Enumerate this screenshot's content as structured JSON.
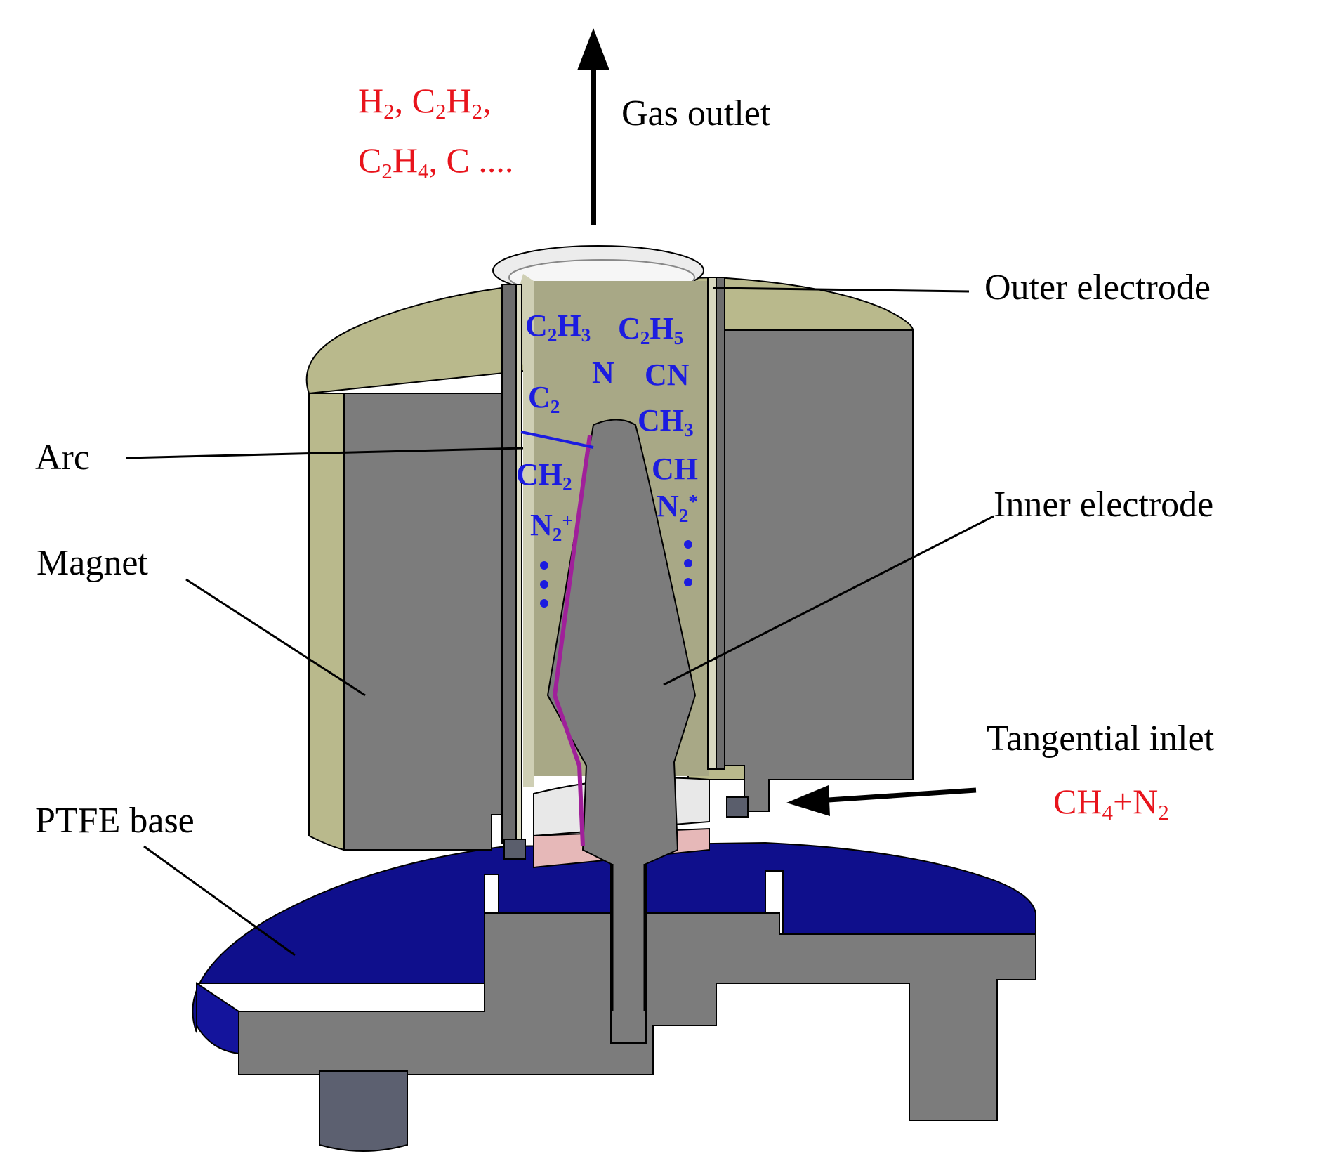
{
  "labels": {
    "gas_outlet": "Gas outlet",
    "outer_electrode": "Outer electrode",
    "arc": "Arc",
    "inner_electrode": "Inner electrode",
    "magnet": "Magnet",
    "tangential_inlet": "Tangential inlet",
    "ptfe_base": "PTFE base"
  },
  "products": {
    "line1": [
      {
        "t": "H"
      },
      {
        "t": "2",
        "sub": true
      },
      {
        "t": ", C"
      },
      {
        "t": "2",
        "sub": true
      },
      {
        "t": "H"
      },
      {
        "t": "2",
        "sub": true
      },
      {
        "t": ","
      }
    ],
    "line2": [
      {
        "t": "C"
      },
      {
        "t": "2",
        "sub": true
      },
      {
        "t": "H"
      },
      {
        "t": "4",
        "sub": true
      },
      {
        "t": ", C ...."
      }
    ]
  },
  "feed": [
    {
      "t": "CH"
    },
    {
      "t": "4",
      "sub": true
    },
    {
      "t": "+N"
    },
    {
      "t": "2",
      "sub": true
    }
  ],
  "species": {
    "c2h3": [
      {
        "t": "C"
      },
      {
        "t": "2",
        "sub": true
      },
      {
        "t": "H"
      },
      {
        "t": "3",
        "sub": true
      }
    ],
    "c2h5": [
      {
        "t": "C"
      },
      {
        "t": "2",
        "sub": true
      },
      {
        "t": "H"
      },
      {
        "t": "5",
        "sub": true
      }
    ],
    "n": [
      {
        "t": "N"
      }
    ],
    "cn": [
      {
        "t": "CN"
      }
    ],
    "c2": [
      {
        "t": "C"
      },
      {
        "t": "2",
        "sub": true
      }
    ],
    "ch3": [
      {
        "t": "CH"
      },
      {
        "t": "3",
        "sub": true
      }
    ],
    "ch2": [
      {
        "t": "CH"
      },
      {
        "t": "2",
        "sub": true
      }
    ],
    "ch": [
      {
        "t": "CH"
      }
    ],
    "n2plus": [
      {
        "t": "N"
      },
      {
        "t": "2",
        "sub": true
      },
      {
        "t": "+",
        "sup": true
      }
    ],
    "n2star": [
      {
        "t": "N"
      },
      {
        "t": "2",
        "sub": true
      },
      {
        "t": "*",
        "sup": true
      }
    ]
  },
  "colors": {
    "magnet_top": "#b9b98c",
    "body_gray": "#7c7c7c",
    "ptfe_blue": "#0f0f8c",
    "gas_glow": "#a8a886",
    "species_blue": "#1c1ce0",
    "product_red": "#e8141c",
    "arc_purple": "#a0209a"
  }
}
